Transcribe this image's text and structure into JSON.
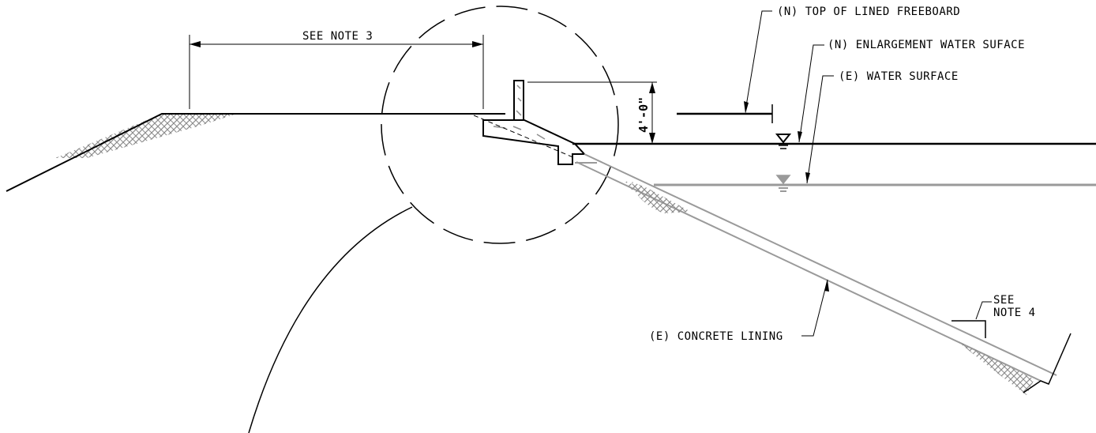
{
  "labels": {
    "see_note_3": "SEE NOTE 3",
    "top_of_lined_freeboard": "(N) TOP OF LINED FREEBOARD",
    "enlargement_water_surface": "(N) ENLARGEMENT WATER SUFACE",
    "existing_water_surface": "(E) WATER SURFACE",
    "see_note_4_line1": "SEE",
    "see_note_4_line2": "NOTE 4",
    "concrete_lining": "(E) CONCRETE LINING",
    "dimension_4ft": "4'-0\""
  },
  "colors": {
    "line": "#000000",
    "existing": "#9a9a9a",
    "hatch": "#8c8c8c"
  }
}
